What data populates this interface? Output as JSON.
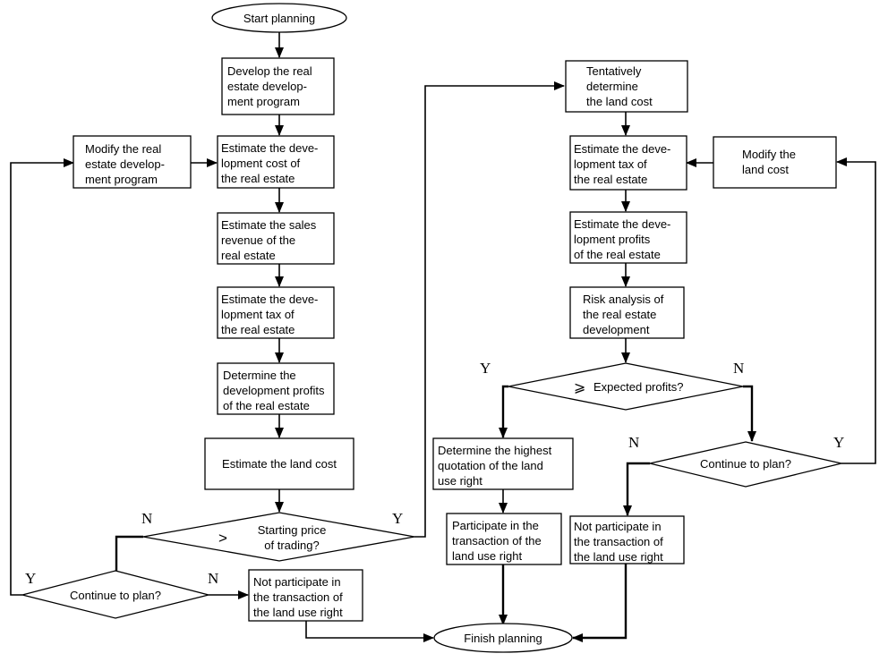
{
  "nodes": {
    "start": "Start planning",
    "develop_program": [
      "Develop the real",
      "estate develop-",
      "ment program"
    ],
    "modify_program": [
      "Modify the real",
      "estate develop-",
      "ment program"
    ],
    "estimate_dev_cost": [
      "Estimate the deve-",
      "lopment cost of",
      "the real estate"
    ],
    "estimate_sales": [
      "Estimate the sales",
      "revenue of the",
      "real estate"
    ],
    "estimate_tax_left": [
      "Estimate the deve-",
      "lopment tax of",
      "the real estate"
    ],
    "determine_profits_left": [
      "Determine the",
      "development profits",
      "of the real estate"
    ],
    "estimate_land_cost": "Estimate the land cost",
    "starting_price": [
      "Starting price",
      "of trading?"
    ],
    "starting_price_symbol": ">",
    "continue_left": "Continue to plan?",
    "not_participate_left": [
      "Not participate in",
      "the transaction of",
      "the land use right"
    ],
    "finish": "Finish planning",
    "tentative_land_cost": [
      "Tentatively",
      "determine",
      "the land cost"
    ],
    "estimate_tax_right": [
      "Estimate the deve-",
      "lopment tax of",
      "the real estate"
    ],
    "modify_land_cost": [
      "Modify the",
      "land cost"
    ],
    "estimate_profits_right": [
      "Estimate the deve-",
      "lopment profits",
      "of the real estate"
    ],
    "risk_analysis": [
      "Risk analysis of",
      "the real estate",
      "development"
    ],
    "expected_profits": "Expected profits?",
    "expected_profits_symbol": "⩾",
    "highest_quotation": [
      "Determine the highest",
      "quotation of the land",
      "use right"
    ],
    "participate": [
      "Participate in the",
      "transaction of the",
      "land use right"
    ],
    "continue_right": "Continue to plan?",
    "not_participate_right": [
      "Not participate in",
      "the transaction of",
      "the land use right"
    ]
  },
  "branch_labels": {
    "starting_price_no": "N",
    "starting_price_yes": "Y",
    "continue_left_yes": "Y",
    "continue_left_no": "N",
    "expected_yes": "Y",
    "expected_no": "N",
    "continue_right_no": "N",
    "continue_right_yes": "Y"
  }
}
